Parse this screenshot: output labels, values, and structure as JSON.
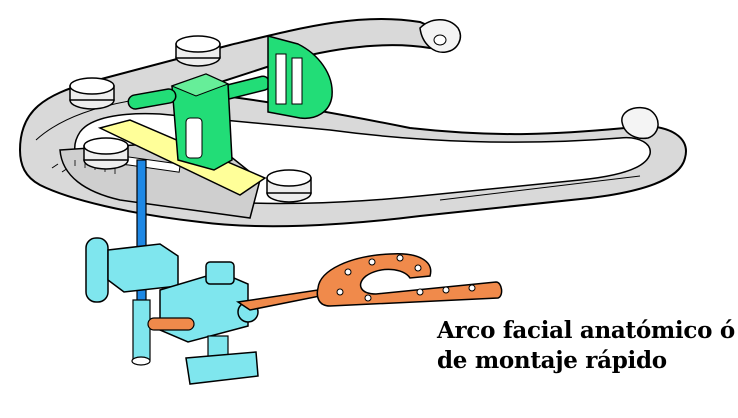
{
  "caption": {
    "line1": "Arco facial anatómico ó",
    "line2": "de montaje rápido"
  },
  "colors": {
    "frame": "#d8d8d8",
    "clamp_green": "#22dd77",
    "clamp_yellow": "#ffff99",
    "rod_blue": "#1e88e5",
    "joint_cyan": "#7fe6ee",
    "bite_fork_orange": "#f08a4b",
    "outline": "#000000"
  },
  "parts": [
    "facebow-frame",
    "thumb-screw",
    "ear-piece",
    "nasion-clamp",
    "nasion-pad",
    "scale-plate",
    "vertical-rod",
    "universal-joint",
    "bite-fork"
  ]
}
